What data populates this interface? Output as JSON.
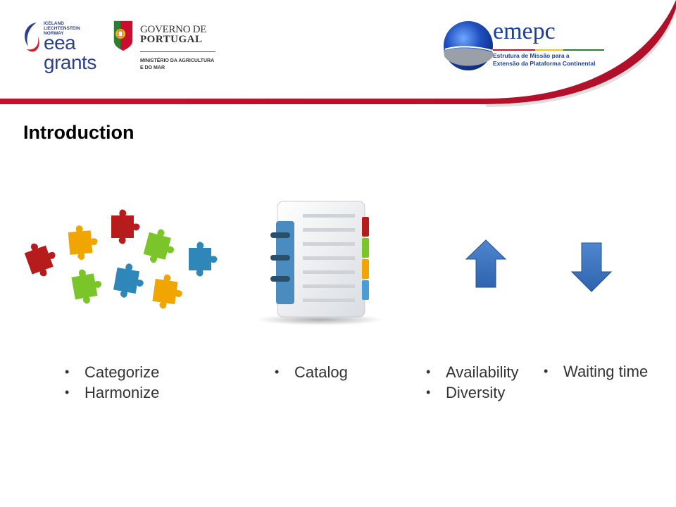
{
  "header": {
    "eea": {
      "countries": [
        "ICELAND",
        "LIECHTENSTEIN",
        "NORWAY"
      ],
      "word1": "eea",
      "word2": "grants"
    },
    "governo": {
      "line1": "GOVERNO DE",
      "line2": "PORTUGAL",
      "ministry_line1": "MINISTÉRIO DA AGRICULTURA",
      "ministry_line2": "E DO MAR"
    },
    "emepc": {
      "name": "emepc",
      "subtitle_line1": "Estrutura de Missão para a",
      "subtitle_line2": "Extensão da Plataforma Continental"
    }
  },
  "slide": {
    "title": "Introduction",
    "columns": [
      {
        "icon": "puzzle-pieces-icon",
        "bullets": [
          "Categorize",
          "Harmonize"
        ]
      },
      {
        "icon": "catalog-book-icon",
        "bullets": [
          "Catalog"
        ]
      },
      {
        "icon": "arrow-up-icon",
        "bullets": [
          "Availability",
          "Diversity"
        ]
      },
      {
        "icon": "arrow-down-icon",
        "bullets": [
          "Waiting time"
        ]
      }
    ]
  },
  "colors": {
    "header_red": "#c8102e",
    "arrow_blue": "#3a6fb5",
    "logo_blue": "#2b3f8a"
  }
}
